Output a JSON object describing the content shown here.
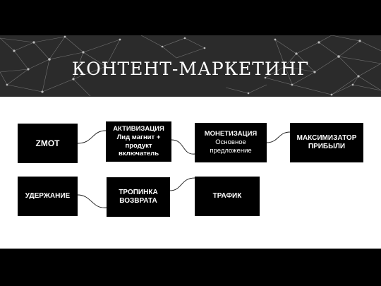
{
  "title": "КОНТЕНТ-МАРКЕТИНГ",
  "colors": {
    "page_background": "#ffffff",
    "bars": "#000000",
    "banner": "#2b2b2b",
    "box": "#000000",
    "box_text": "#ffffff",
    "connector": "#1a1a1a"
  },
  "nodes": {
    "zmot": {
      "label": "ZMOT"
    },
    "activation": {
      "label": "АКТИВИЗАЦИЯ",
      "sub": "Лид магнит + продукт включатель"
    },
    "monetization": {
      "label": "МОНЕТИЗАЦИЯ",
      "sub": "Основное предложение"
    },
    "maximizer": {
      "label": "МАКСИМИЗАТОР ПРИБЫЛИ"
    },
    "retention": {
      "label": "УДЕРЖАНИЕ"
    },
    "return_path": {
      "label": "ТРОПИНКА ВОЗВРАТА"
    },
    "traffic": {
      "label": "ТРАФИК"
    }
  },
  "connections": [
    {
      "from": "ZMOT",
      "to": "АКТИВИЗАЦИЯ"
    },
    {
      "from": "АКТИВИЗАЦИЯ",
      "to": "МОНЕТИЗАЦИЯ"
    },
    {
      "from": "МОНЕТИЗАЦИЯ",
      "to": "МАКСИМИЗАТОР ПРИБЫЛИ"
    },
    {
      "from": "УДЕРЖАНИЕ",
      "to": "ТРОПИНКА ВОЗВРАТА"
    },
    {
      "from": "ТРОПИНКА ВОЗВРАТА",
      "to": "ТРАФИК"
    }
  ]
}
